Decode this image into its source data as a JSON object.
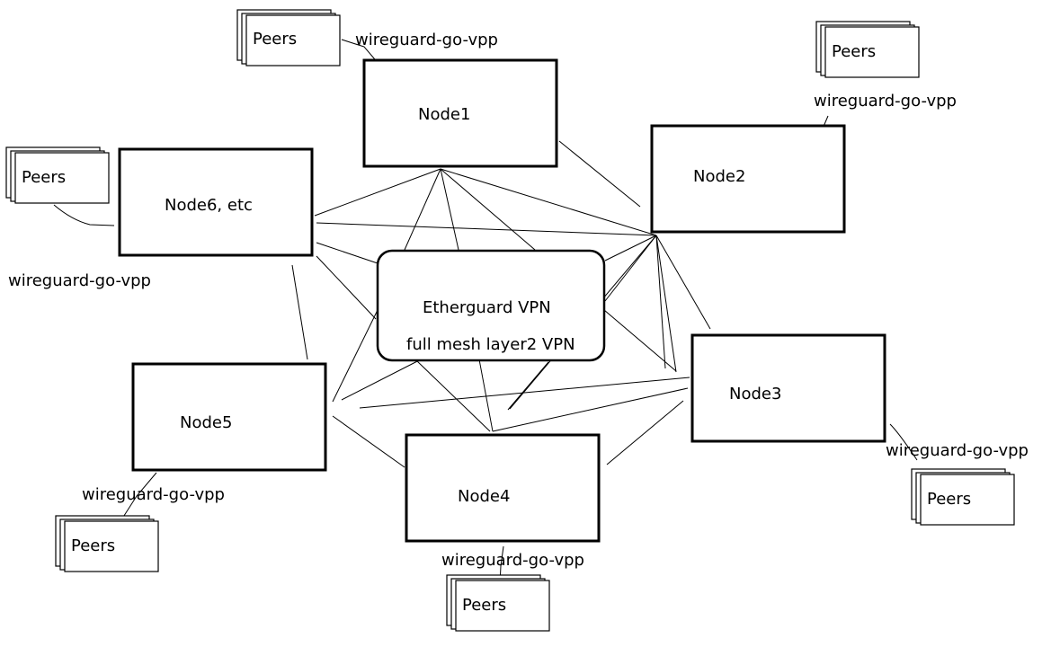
{
  "diagram": {
    "core": {
      "line1": "Etherguard VPN",
      "line2": "full mesh layer2 VPN"
    },
    "nodes": [
      {
        "id": "node1",
        "label": "Node1"
      },
      {
        "id": "node2",
        "label": "Node2"
      },
      {
        "id": "node3",
        "label": "Node3"
      },
      {
        "id": "node4",
        "label": "Node4"
      },
      {
        "id": "node5",
        "label": "Node5"
      },
      {
        "id": "node6",
        "label": "Node6, etc"
      }
    ],
    "peer_label": "Peers",
    "software_label": "wireguard-go-vpp"
  }
}
